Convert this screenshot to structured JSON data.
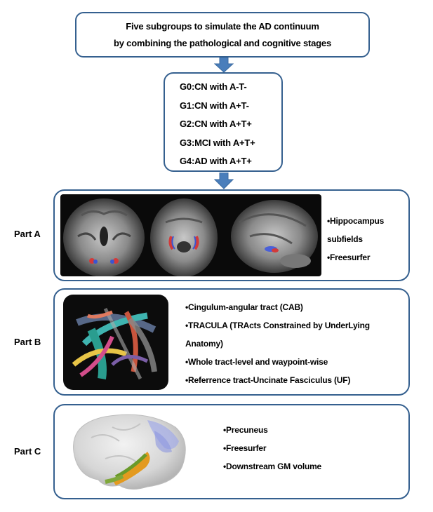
{
  "header": {
    "line1": "Five subgroups to simulate the AD continuum",
    "line2": "by combining the pathological and cognitive stages"
  },
  "groups": [
    "G0:CN with A-T-",
    "G1:CN with A+T-",
    "G2:CN with A+T+",
    "G3:MCI with A+T+",
    "G4:AD with A+T+"
  ],
  "partA": {
    "label": "Part A",
    "bullets": [
      "•Hippocampus",
      "subfields",
      "•Freesurfer"
    ]
  },
  "partB": {
    "label": "Part B",
    "bullets": [
      "•Cingulum-angular tract (CAB)",
      "•TRACULA (TRActs Constrained by UnderLying",
      "Anatomy)",
      "•Whole tract-level and waypoint-wise",
      "•Referrence tract-Uncinate Fasciculus (UF)"
    ]
  },
  "partC": {
    "label": "Part C",
    "bullets": [
      "•Precuneus",
      "•Freesurfer",
      "•Downstream GM volume"
    ]
  },
  "colors": {
    "border": "#35608f",
    "arrow": "#4a7ebb"
  }
}
